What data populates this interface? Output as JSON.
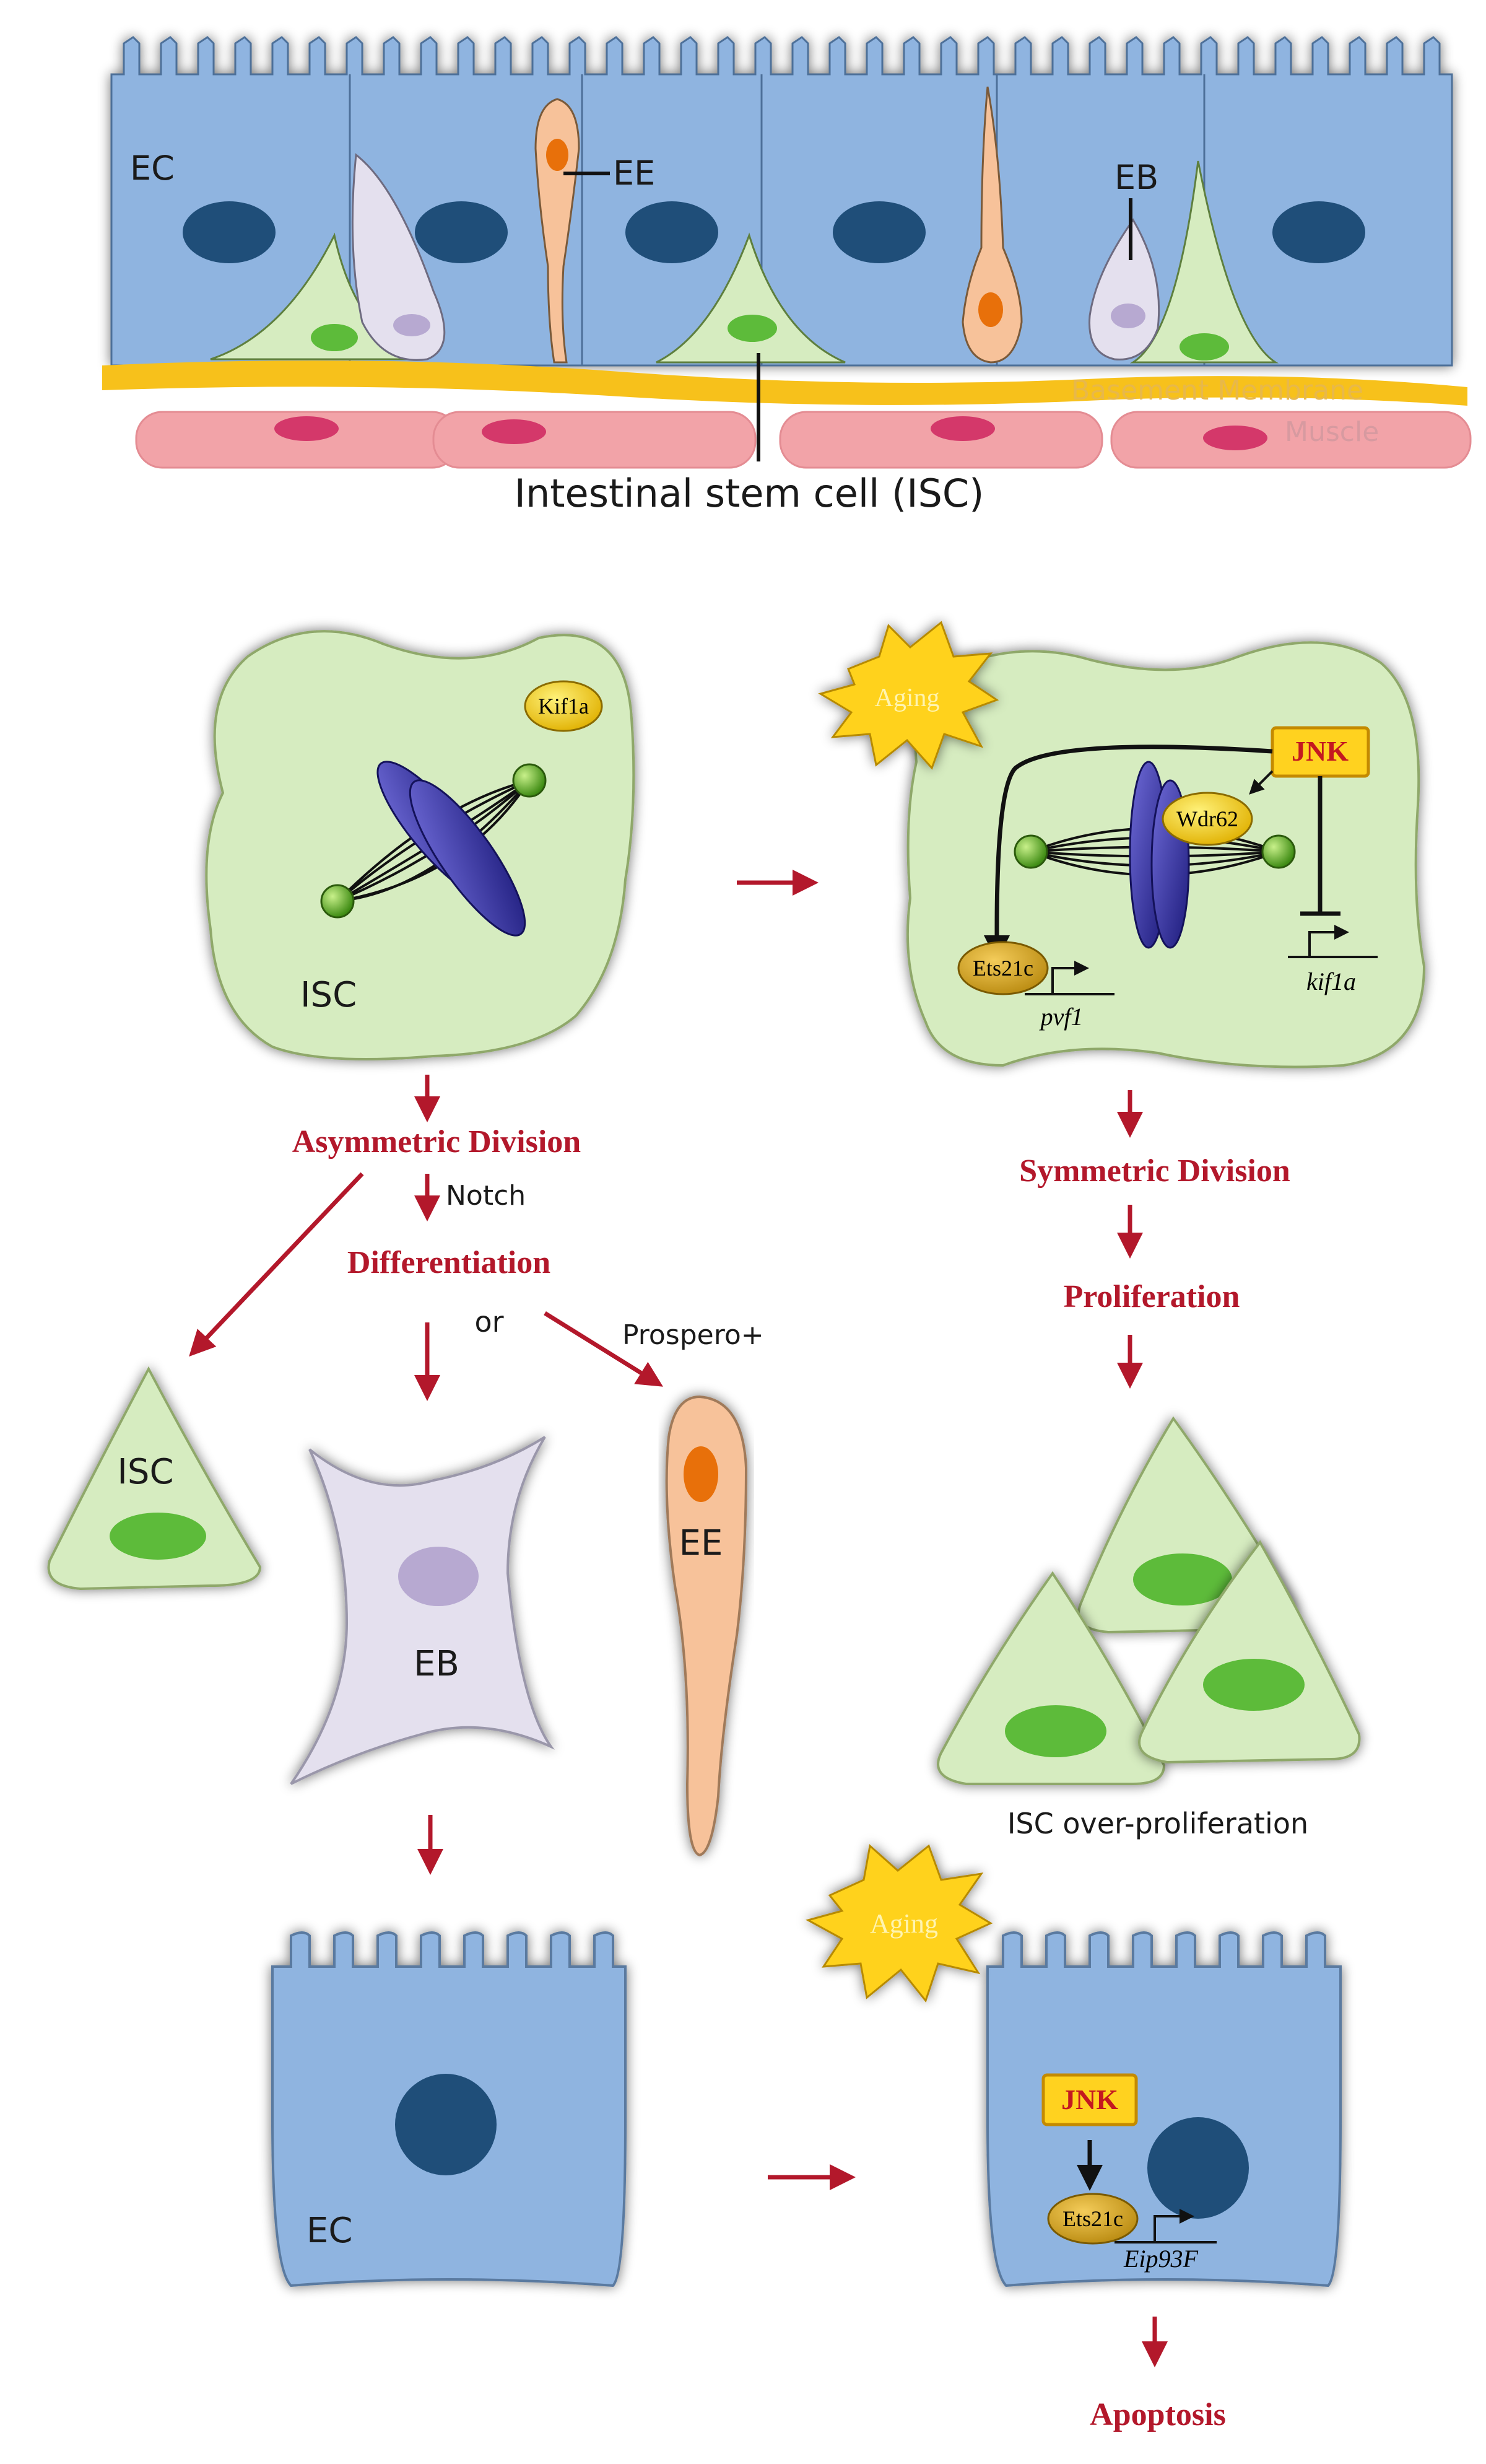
{
  "tissue": {
    "ec_label": "EC",
    "ee_label": "EE",
    "eb_label": "EB",
    "basement_label": "Basement Membrane",
    "muscle_label": "Muscle",
    "isc_caption": "Intestinal stem cell (ISC)"
  },
  "young_isc": {
    "kif1a": "Kif1a",
    "isc_label": "ISC"
  },
  "aged_isc": {
    "aging": "Aging",
    "jnk": "JNK",
    "wdr62": "Wdr62",
    "ets21c": "Ets21c",
    "pvf1": "pvf1",
    "kif1a_gene": "kif1a"
  },
  "left_flow": {
    "asymmetric": "Asymmetric Division",
    "notch": "Notch",
    "differentiation": "Differentiation",
    "or": "or",
    "prospero": "Prospero+",
    "isc": "ISC",
    "eb": "EB",
    "ee": "EE",
    "ec": "EC"
  },
  "right_flow": {
    "symmetric": "Symmetric Division",
    "proliferation": "Proliferation",
    "overprolif": "ISC over-proliferation"
  },
  "aged_ec": {
    "aging": "Aging",
    "jnk": "JNK",
    "ets21c": "Ets21c",
    "eip": "Eip93F",
    "apoptosis": "Apoptosis"
  },
  "colors": {
    "ec_blue": "#8fb4e0",
    "nucleus": "#1f4e79",
    "isc_green": "#d6ecc0",
    "eb_lilac": "#e4e0ee",
    "ee_orange": "#f7c29a",
    "arrow_red": "#b3182b",
    "jnk_yellow": "#ffd21f"
  }
}
